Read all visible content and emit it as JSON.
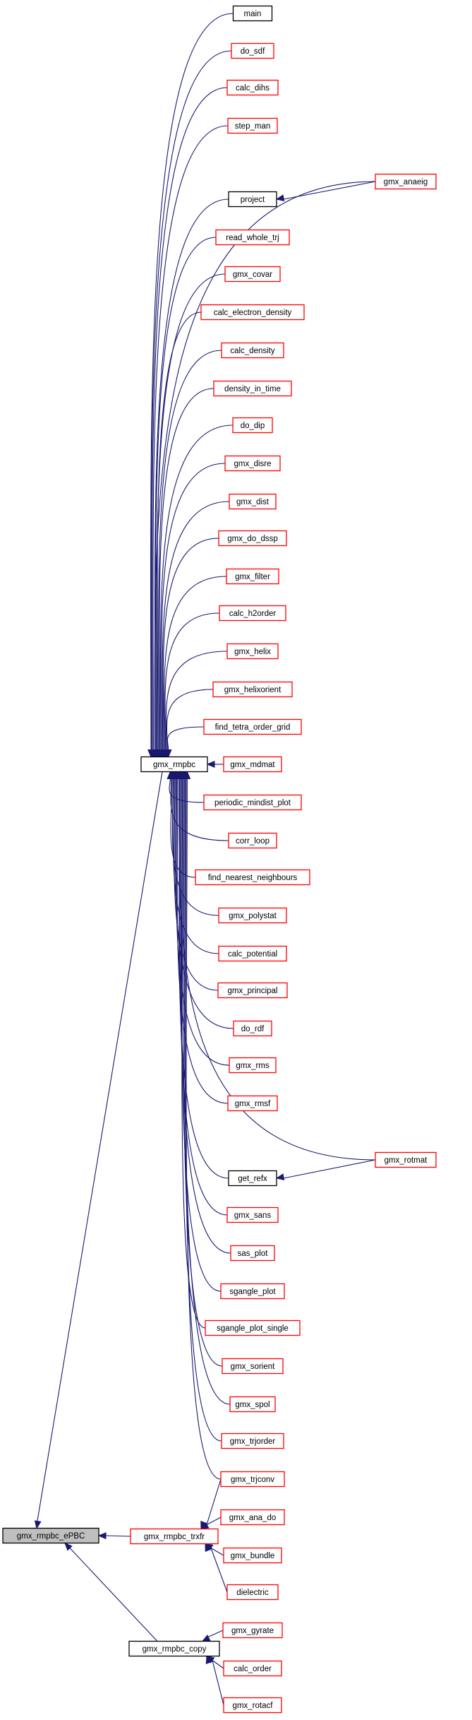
{
  "graph": {
    "edge_color": "#191970",
    "node_colors": {
      "red_border": "#ff0000",
      "black_border": "#000000",
      "highlight_fill": "#bfbfbf"
    },
    "nodes": [
      {
        "id": "main",
        "label": "main",
        "border": "black"
      },
      {
        "id": "do_sdf",
        "label": "do_sdf",
        "border": "red"
      },
      {
        "id": "calc_dihs",
        "label": "calc_dihs",
        "border": "red"
      },
      {
        "id": "step_man",
        "label": "step_man",
        "border": "red"
      },
      {
        "id": "project",
        "label": "project",
        "border": "black"
      },
      {
        "id": "gmx_anaeig",
        "label": "gmx_anaeig",
        "border": "red"
      },
      {
        "id": "read_whole_trj",
        "label": "read_whole_trj",
        "border": "red"
      },
      {
        "id": "gmx_covar",
        "label": "gmx_covar",
        "border": "red"
      },
      {
        "id": "calc_electron_density",
        "label": "calc_electron_density",
        "border": "red"
      },
      {
        "id": "calc_density",
        "label": "calc_density",
        "border": "red"
      },
      {
        "id": "density_in_time",
        "label": "density_in_time",
        "border": "red"
      },
      {
        "id": "do_dip",
        "label": "do_dip",
        "border": "red"
      },
      {
        "id": "gmx_disre",
        "label": "gmx_disre",
        "border": "red"
      },
      {
        "id": "gmx_dist",
        "label": "gmx_dist",
        "border": "red"
      },
      {
        "id": "gmx_do_dssp",
        "label": "gmx_do_dssp",
        "border": "red"
      },
      {
        "id": "gmx_filter",
        "label": "gmx_filter",
        "border": "red"
      },
      {
        "id": "calc_h2order",
        "label": "calc_h2order",
        "border": "red"
      },
      {
        "id": "gmx_helix",
        "label": "gmx_helix",
        "border": "red"
      },
      {
        "id": "gmx_helixorient",
        "label": "gmx_helixorient",
        "border": "red"
      },
      {
        "id": "find_tetra_order_grid",
        "label": "find_tetra_order_grid",
        "border": "red"
      },
      {
        "id": "gmx_rmpbc",
        "label": "gmx_rmpbc",
        "border": "black"
      },
      {
        "id": "gmx_mdmat",
        "label": "gmx_mdmat",
        "border": "red"
      },
      {
        "id": "periodic_mindist_plot",
        "label": "periodic_mindist_plot",
        "border": "red"
      },
      {
        "id": "corr_loop",
        "label": "corr_loop",
        "border": "red"
      },
      {
        "id": "find_nearest_neighbours",
        "label": "find_nearest_neighbours",
        "border": "red"
      },
      {
        "id": "gmx_polystat",
        "label": "gmx_polystat",
        "border": "red"
      },
      {
        "id": "calc_potential",
        "label": "calc_potential",
        "border": "red"
      },
      {
        "id": "gmx_principal",
        "label": "gmx_principal",
        "border": "red"
      },
      {
        "id": "do_rdf",
        "label": "do_rdf",
        "border": "red"
      },
      {
        "id": "gmx_rms",
        "label": "gmx_rms",
        "border": "red"
      },
      {
        "id": "gmx_rmsf",
        "label": "gmx_rmsf",
        "border": "red"
      },
      {
        "id": "get_refx",
        "label": "get_refx",
        "border": "black"
      },
      {
        "id": "gmx_rotmat",
        "label": "gmx_rotmat",
        "border": "red"
      },
      {
        "id": "gmx_sans",
        "label": "gmx_sans",
        "border": "red"
      },
      {
        "id": "sas_plot",
        "label": "sas_plot",
        "border": "red"
      },
      {
        "id": "sgangle_plot",
        "label": "sgangle_plot",
        "border": "red"
      },
      {
        "id": "sgangle_plot_single",
        "label": "sgangle_plot_single",
        "border": "red"
      },
      {
        "id": "gmx_sorient",
        "label": "gmx_sorient",
        "border": "red"
      },
      {
        "id": "gmx_spol",
        "label": "gmx_spol",
        "border": "red"
      },
      {
        "id": "gmx_trjorder",
        "label": "gmx_trjorder",
        "border": "red"
      },
      {
        "id": "gmx_trjconv",
        "label": "gmx_trjconv",
        "border": "red"
      },
      {
        "id": "gmx_rmpbc_ePBC",
        "label": "gmx_rmpbc_ePBC",
        "border": "black",
        "highlight": true
      },
      {
        "id": "gmx_rmpbc_trxfr",
        "label": "gmx_rmpbc_trxfr",
        "border": "red"
      },
      {
        "id": "gmx_ana_do",
        "label": "gmx_ana_do",
        "border": "red"
      },
      {
        "id": "gmx_bundle",
        "label": "gmx_bundle",
        "border": "red"
      },
      {
        "id": "dielectric",
        "label": "dielectric",
        "border": "red"
      },
      {
        "id": "gmx_rmpbc_copy",
        "label": "gmx_rmpbc_copy",
        "border": "black"
      },
      {
        "id": "gmx_gyrate",
        "label": "gmx_gyrate",
        "border": "red"
      },
      {
        "id": "calc_order",
        "label": "calc_order",
        "border": "red"
      },
      {
        "id": "gmx_rotacf",
        "label": "gmx_rotacf",
        "border": "red"
      }
    ],
    "edges": [
      [
        "gmx_anaeig",
        "project"
      ],
      [
        "gmx_rotmat",
        "get_refx"
      ],
      [
        "main",
        "gmx_rmpbc"
      ],
      [
        "do_sdf",
        "gmx_rmpbc"
      ],
      [
        "calc_dihs",
        "gmx_rmpbc"
      ],
      [
        "step_man",
        "gmx_rmpbc"
      ],
      [
        "gmx_anaeig",
        "gmx_rmpbc"
      ],
      [
        "project",
        "gmx_rmpbc"
      ],
      [
        "read_whole_trj",
        "gmx_rmpbc"
      ],
      [
        "gmx_covar",
        "gmx_rmpbc"
      ],
      [
        "calc_electron_density",
        "gmx_rmpbc"
      ],
      [
        "calc_density",
        "gmx_rmpbc"
      ],
      [
        "density_in_time",
        "gmx_rmpbc"
      ],
      [
        "do_dip",
        "gmx_rmpbc"
      ],
      [
        "gmx_disre",
        "gmx_rmpbc"
      ],
      [
        "gmx_dist",
        "gmx_rmpbc"
      ],
      [
        "gmx_do_dssp",
        "gmx_rmpbc"
      ],
      [
        "gmx_filter",
        "gmx_rmpbc"
      ],
      [
        "calc_h2order",
        "gmx_rmpbc"
      ],
      [
        "gmx_helix",
        "gmx_rmpbc"
      ],
      [
        "gmx_helixorient",
        "gmx_rmpbc"
      ],
      [
        "find_tetra_order_grid",
        "gmx_rmpbc"
      ],
      [
        "gmx_mdmat",
        "gmx_rmpbc"
      ],
      [
        "periodic_mindist_plot",
        "gmx_rmpbc"
      ],
      [
        "corr_loop",
        "gmx_rmpbc"
      ],
      [
        "find_nearest_neighbours",
        "gmx_rmpbc"
      ],
      [
        "gmx_polystat",
        "gmx_rmpbc"
      ],
      [
        "calc_potential",
        "gmx_rmpbc"
      ],
      [
        "gmx_principal",
        "gmx_rmpbc"
      ],
      [
        "do_rdf",
        "gmx_rmpbc"
      ],
      [
        "gmx_rms",
        "gmx_rmpbc"
      ],
      [
        "gmx_rmsf",
        "gmx_rmpbc"
      ],
      [
        "gmx_rotmat",
        "gmx_rmpbc"
      ],
      [
        "get_refx",
        "gmx_rmpbc"
      ],
      [
        "gmx_sans",
        "gmx_rmpbc"
      ],
      [
        "sas_plot",
        "gmx_rmpbc"
      ],
      [
        "sgangle_plot",
        "gmx_rmpbc"
      ],
      [
        "sgangle_plot_single",
        "gmx_rmpbc"
      ],
      [
        "gmx_sorient",
        "gmx_rmpbc"
      ],
      [
        "gmx_spol",
        "gmx_rmpbc"
      ],
      [
        "gmx_trjorder",
        "gmx_rmpbc"
      ],
      [
        "gmx_trjconv",
        "gmx_rmpbc"
      ],
      [
        "gmx_rmpbc",
        "gmx_rmpbc_ePBC"
      ],
      [
        "gmx_rmpbc_trxfr",
        "gmx_rmpbc_ePBC"
      ],
      [
        "gmx_rmpbc_copy",
        "gmx_rmpbc_ePBC"
      ],
      [
        "gmx_trjconv",
        "gmx_rmpbc_trxfr"
      ],
      [
        "gmx_ana_do",
        "gmx_rmpbc_trxfr"
      ],
      [
        "gmx_bundle",
        "gmx_rmpbc_trxfr"
      ],
      [
        "dielectric",
        "gmx_rmpbc_trxfr"
      ],
      [
        "gmx_gyrate",
        "gmx_rmpbc_copy"
      ],
      [
        "calc_order",
        "gmx_rmpbc_copy"
      ],
      [
        "gmx_rotacf",
        "gmx_rmpbc_copy"
      ]
    ]
  }
}
